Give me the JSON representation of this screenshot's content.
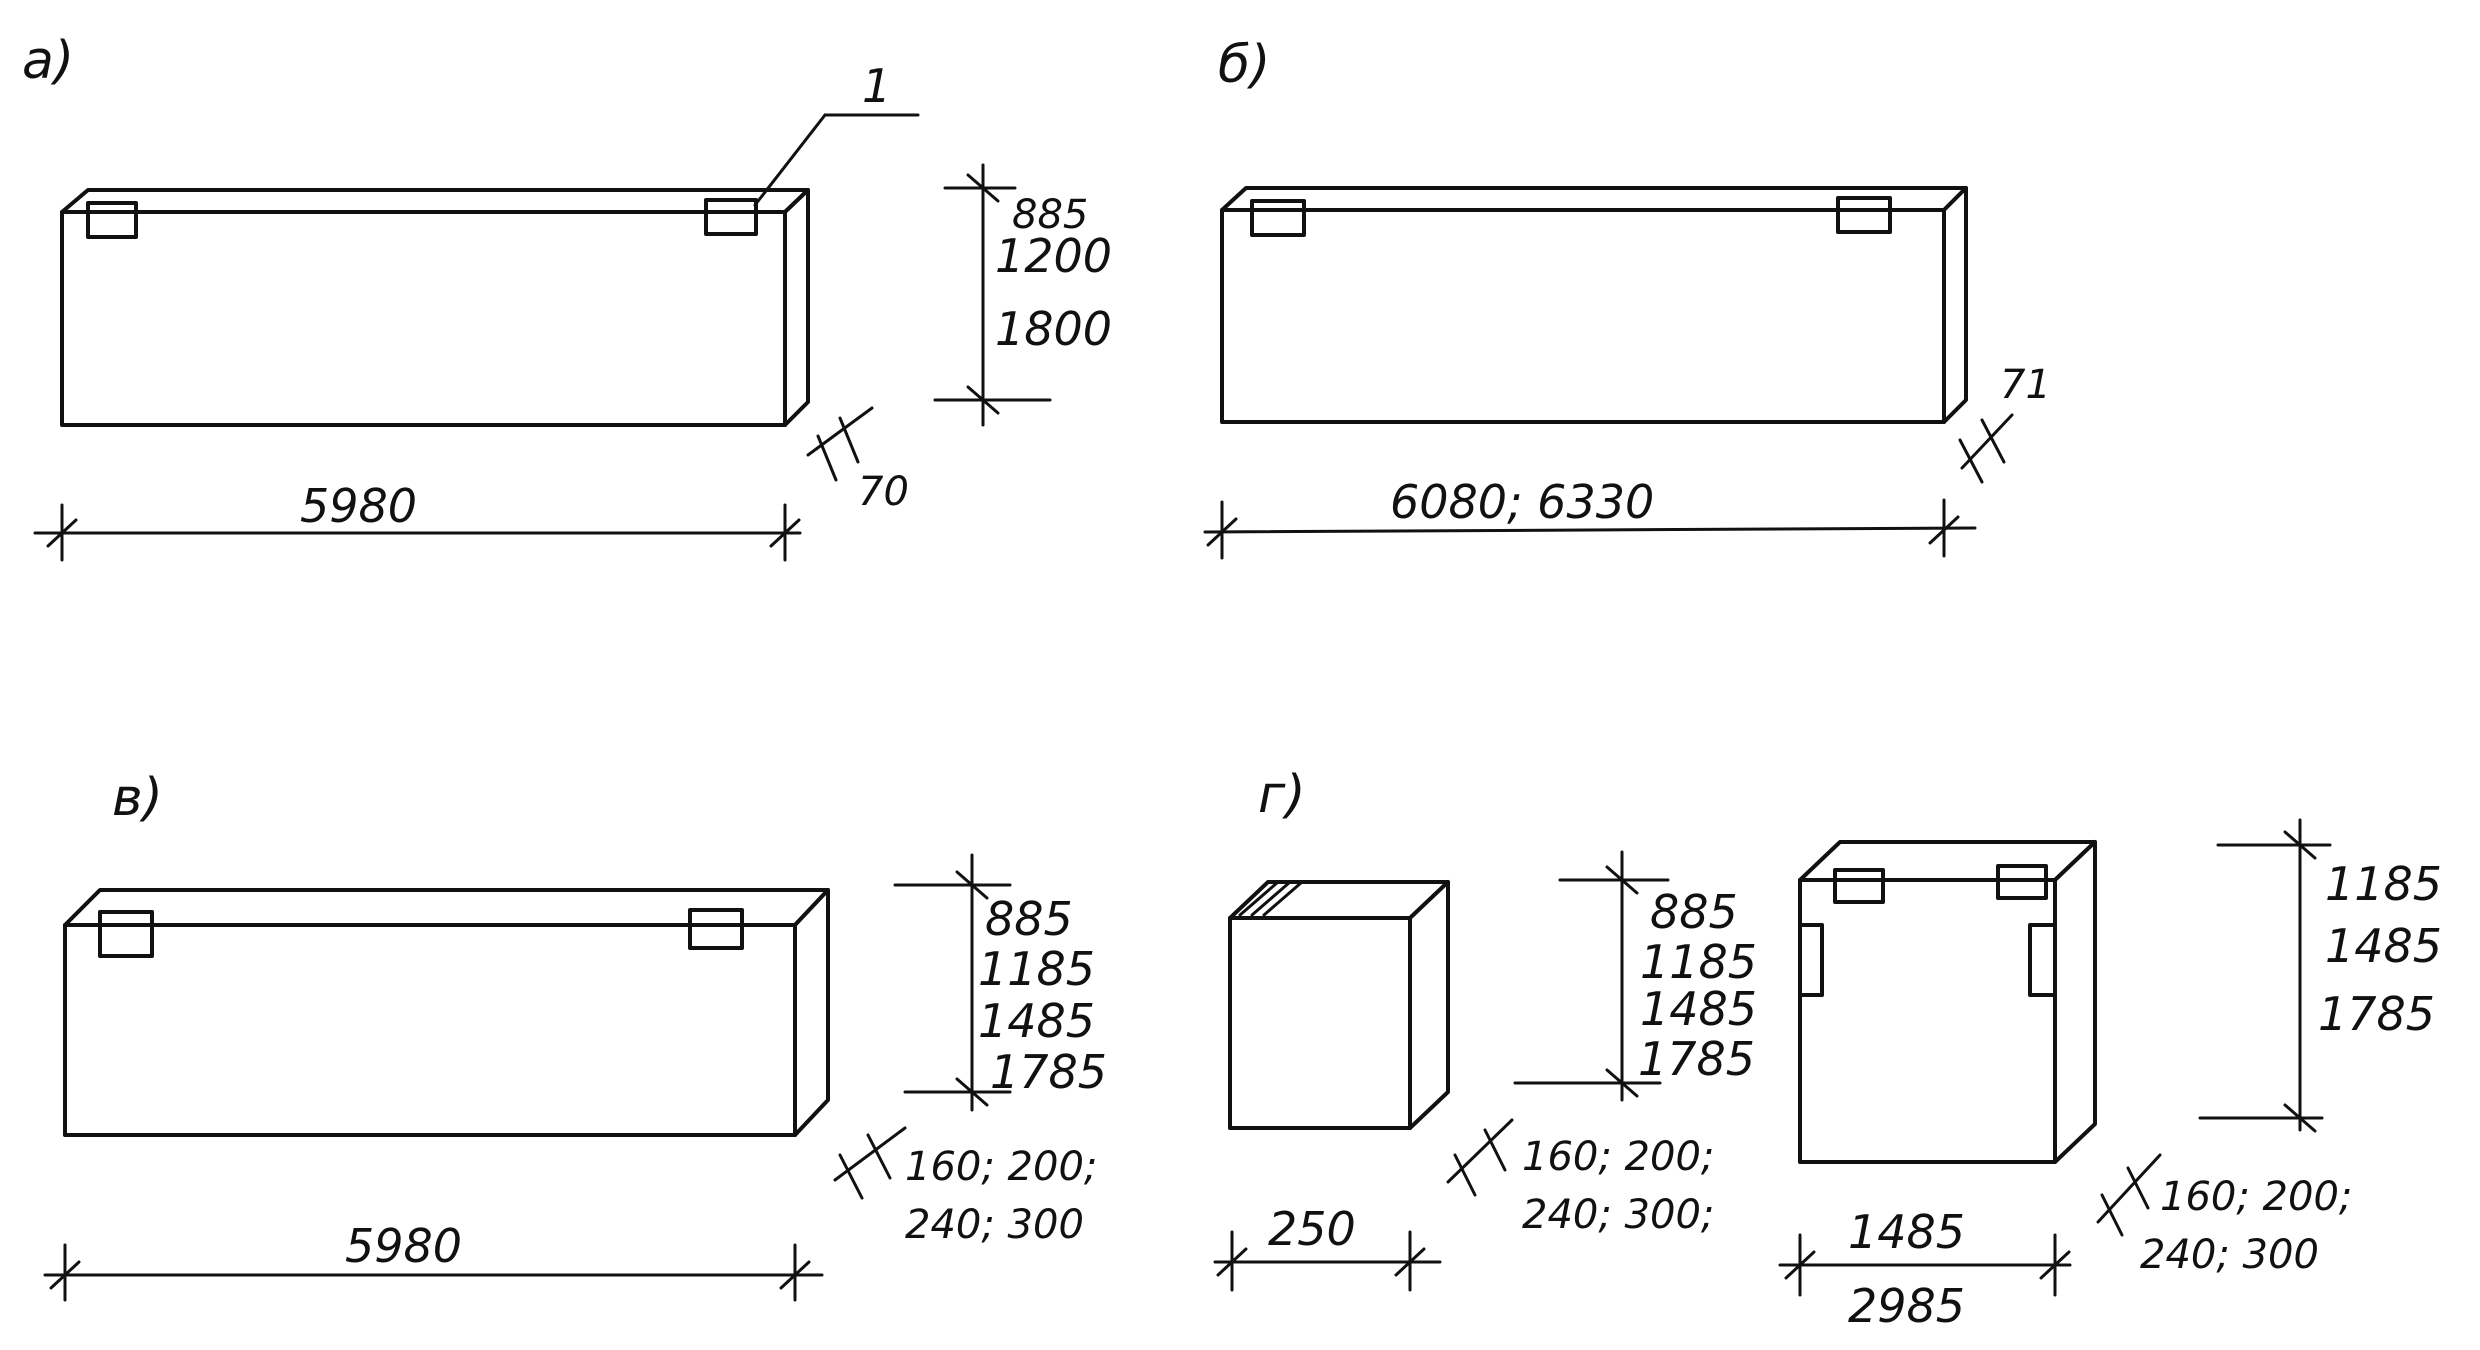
{
  "panels": {
    "a": {
      "label": "а)",
      "callout": "1",
      "heights": [
        "885",
        "1200",
        "1800"
      ],
      "thickness": "70",
      "length": "5980"
    },
    "b": {
      "label": "б)",
      "thickness": "71",
      "length": "6080; 6330"
    },
    "v": {
      "label": "в)",
      "heights": [
        "885",
        "1185",
        "1485",
        "1785"
      ],
      "thickness": [
        "160; 200;",
        "240; 300"
      ],
      "length": "5980"
    },
    "g": {
      "label": "г)",
      "block1": {
        "heights": [
          "885",
          "1185",
          "1485",
          "1785"
        ],
        "thickness": [
          "160; 200;",
          "240; 300;"
        ],
        "width": "250"
      },
      "block2": {
        "heights": [
          "1185",
          "1485",
          "1785"
        ],
        "thickness": [
          "160; 200;",
          "240; 300"
        ],
        "width_top": "1485",
        "width_bottom": "2985"
      }
    }
  }
}
